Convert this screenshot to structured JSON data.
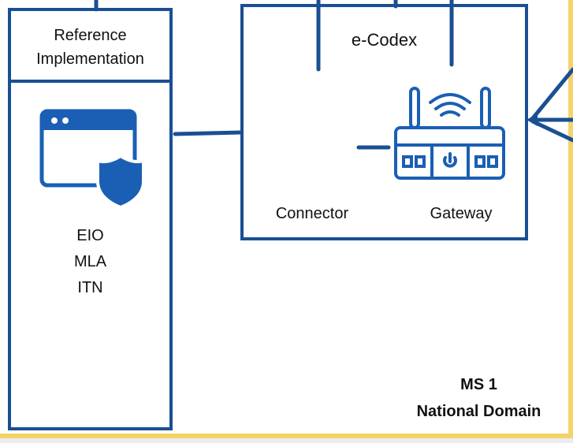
{
  "colors": {
    "line": "#1a4f93",
    "icon": "#1a5fb4",
    "domain_border": "#f5d36a"
  },
  "reference": {
    "line1": "Reference",
    "line2": "Implementation"
  },
  "instruments": [
    "EIO",
    "MLA",
    "ITN"
  ],
  "ecodex": {
    "title": "e-Codex",
    "connector": "Connector",
    "gateway": "Gateway"
  },
  "domain": {
    "line1": "MS 1",
    "line2": "National Domain"
  },
  "icons": {
    "app": "secure-browser-window-icon",
    "router": "wifi-router-icon"
  }
}
